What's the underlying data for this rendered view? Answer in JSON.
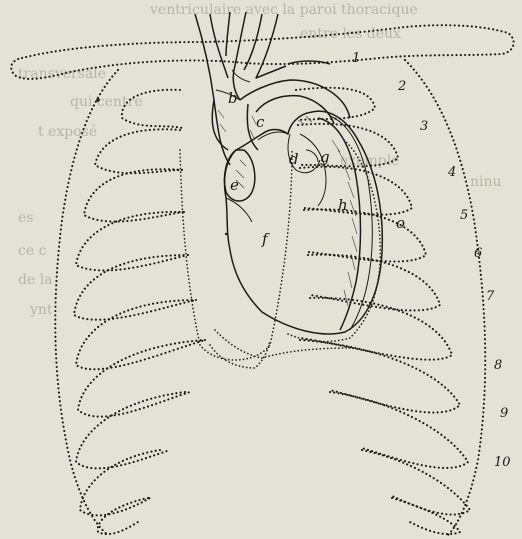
{
  "figure": {
    "background_color": "#e4e1d6",
    "ink_color": "#1d1c19",
    "labels": {
      "b": "b",
      "c": "c",
      "d": "d",
      "e": "e",
      "f": "f",
      "g": "g",
      "h": "h",
      "o": "o"
    },
    "rib_numbers": [
      "1",
      "2",
      "3",
      "4",
      "5",
      "6",
      "7",
      "8",
      "9",
      "10"
    ],
    "bleed_text": [
      "ventriculaire avec la paroi thoracique",
      "entre les deux",
      "transversale",
      "qui centre",
      "t exposé",
      "exemple",
      "ninu",
      "es",
      "ce c",
      "de la",
      "ynt"
    ]
  }
}
